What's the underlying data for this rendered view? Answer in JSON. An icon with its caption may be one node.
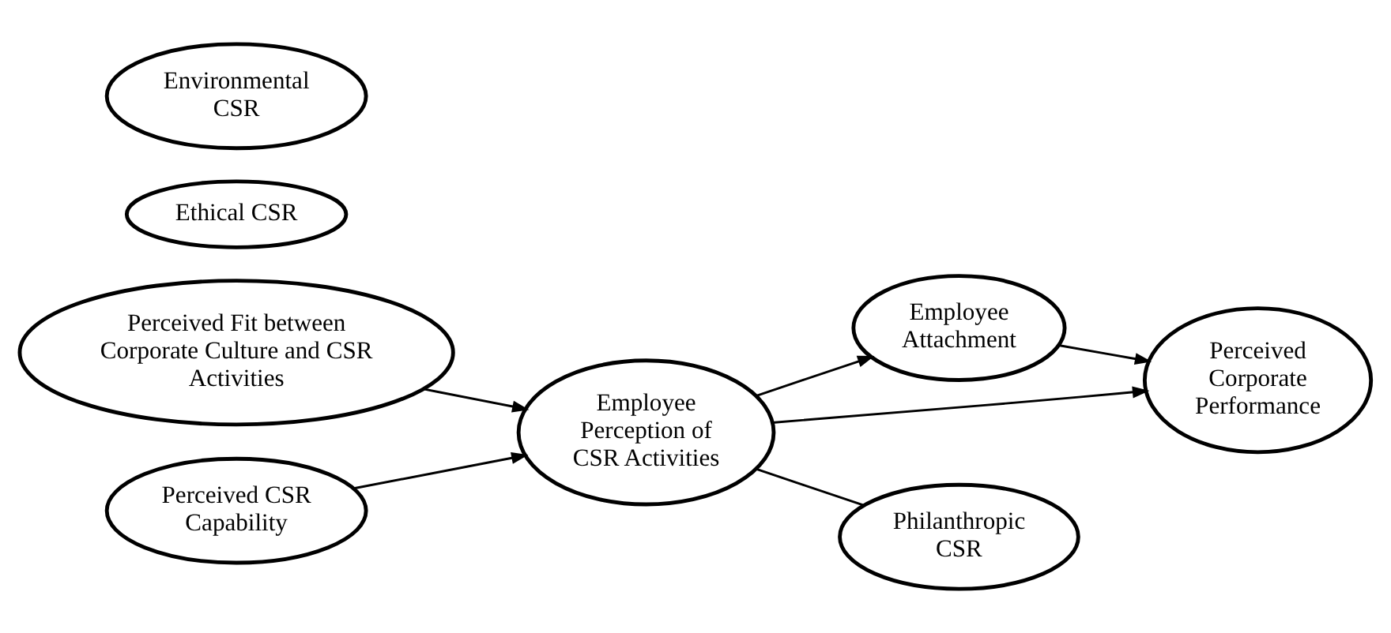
{
  "diagram": {
    "nodes": [
      {
        "text": [
          "Perceived Fit between Corporate Culture and CSR Activities"
        ]
      },
      {
        "text": [
          "Perceived CSR Capability"
        ]
      },
      {
        "text": [
          "Employee Perception of CSR Activities"
        ]
      },
      {
        "text": [
          "Employee Attachment"
        ]
      },
      {
        "text": [
          "Perceived Corporate Performance"
        ]
      },
      {
        "text": [
          "Philanthropic CSR"
        ]
      },
      {
        "text": [
          "Ethical CSR"
        ]
      },
      {
        "text": [
          "Environmental CSR"
        ]
      }
    ],
    "edges": [
      {
        "from": 0,
        "to": 2,
        "arrow": "to"
      },
      {
        "from": 1,
        "to": 2,
        "arrow": "to"
      },
      {
        "from": 2,
        "to": 3,
        "arrow": "to"
      },
      {
        "from": 2,
        "to": 4,
        "arrow": "to"
      },
      {
        "from": 3,
        "to": 4,
        "arrow": "to"
      },
      {
        "from": 2,
        "to": 5,
        "arrow": "none"
      }
    ]
  }
}
